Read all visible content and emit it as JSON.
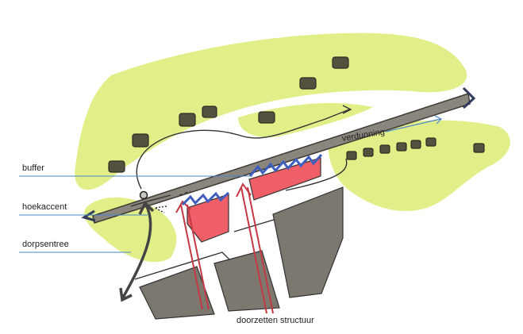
{
  "labels": {
    "buffer": "buffer",
    "hoekaccent": "hoekaccent",
    "dorpsentree": "dorpsentree",
    "verdunning": "verdunning",
    "doorzetten": "doorzetten structuur"
  },
  "colors": {
    "green": "#e2ef88",
    "grey": "#7f7a72",
    "red": "#ee5f67",
    "blue": "#3f5fbf",
    "leader": "#4a86c8",
    "dark": "#333333"
  }
}
